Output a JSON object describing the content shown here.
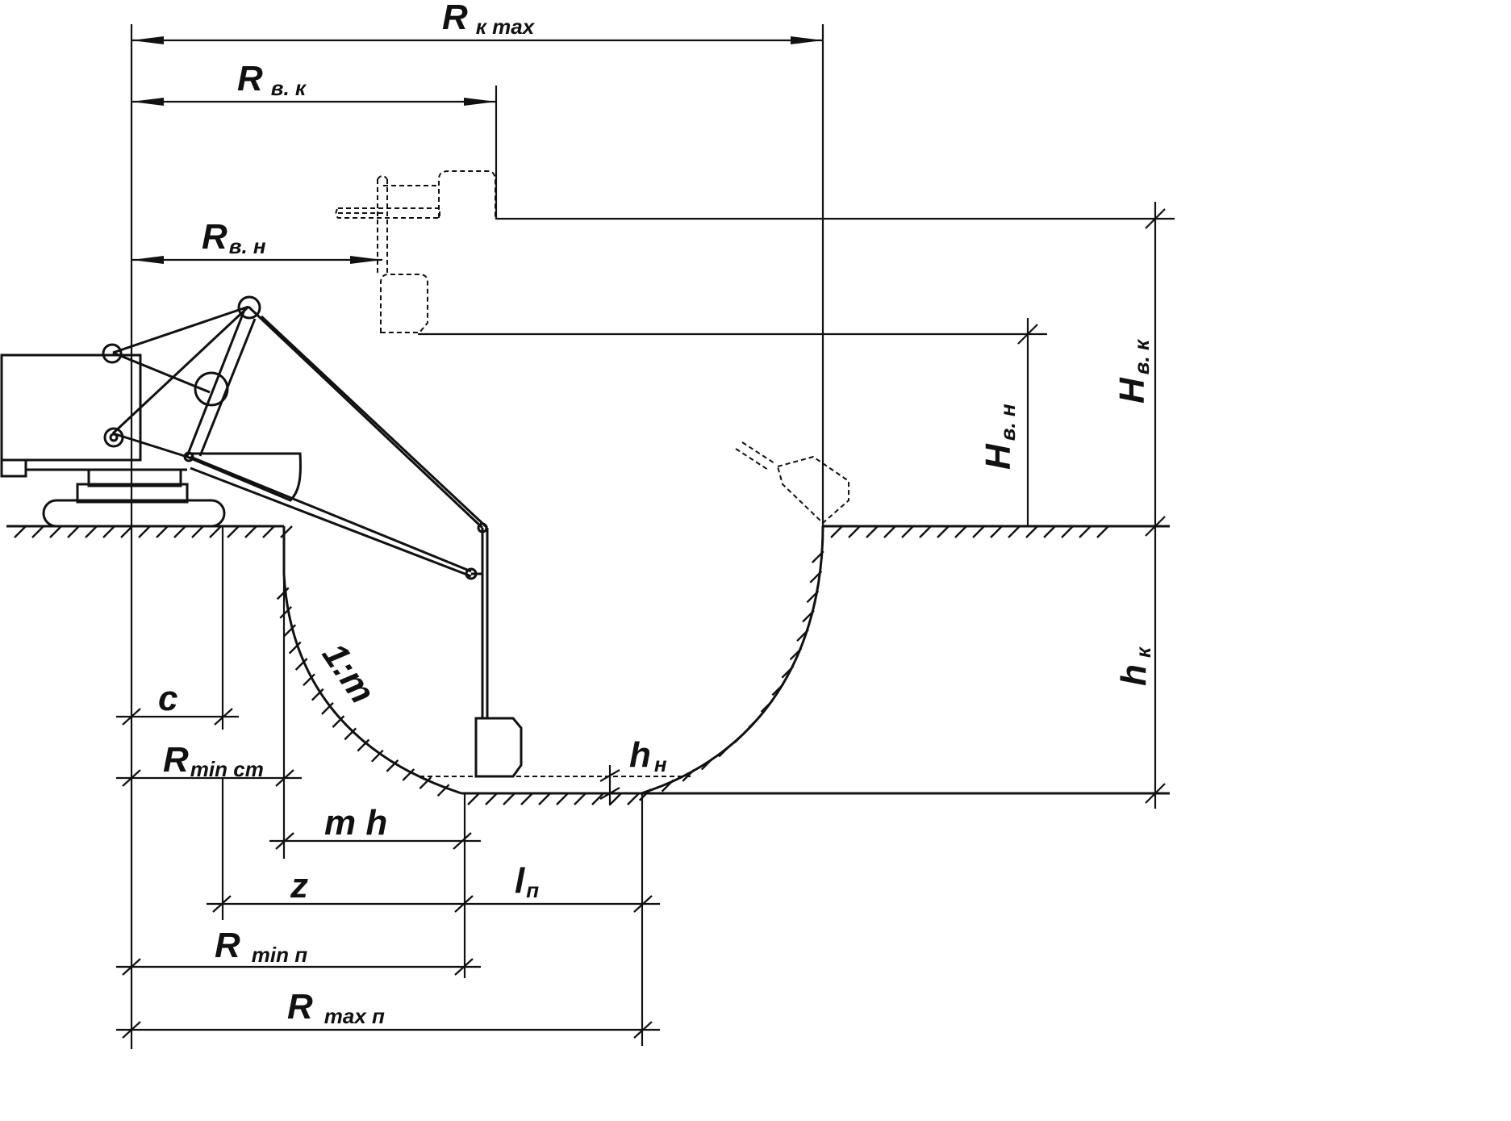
{
  "labels": {
    "r_k_max": {
      "main": "R",
      "sub": "к max"
    },
    "r_v_k": {
      "main": "R",
      "sub": "в. к"
    },
    "r_v_n": {
      "main": "R",
      "sub": "в. н"
    },
    "h_v_k": {
      "main": "H",
      "sub": "в. к"
    },
    "h_v_n": {
      "main": "H",
      "sub": "в. н"
    },
    "h_k": {
      "main": "h",
      "sub": "к"
    },
    "h_n": {
      "main": "h",
      "sub": "н"
    },
    "slope": "1:m",
    "c": "c",
    "r_min_st": {
      "main": "R",
      "sub": "min cт"
    },
    "mh": "m h",
    "z": "z",
    "l_p": {
      "main": "l",
      "sub": "п"
    },
    "r_min_p": {
      "main": "R",
      "sub": "min п"
    },
    "r_max_p": {
      "main": "R",
      "sub": "max п"
    }
  },
  "colors": {
    "ink": "#111111",
    "background": "#ffffff"
  }
}
